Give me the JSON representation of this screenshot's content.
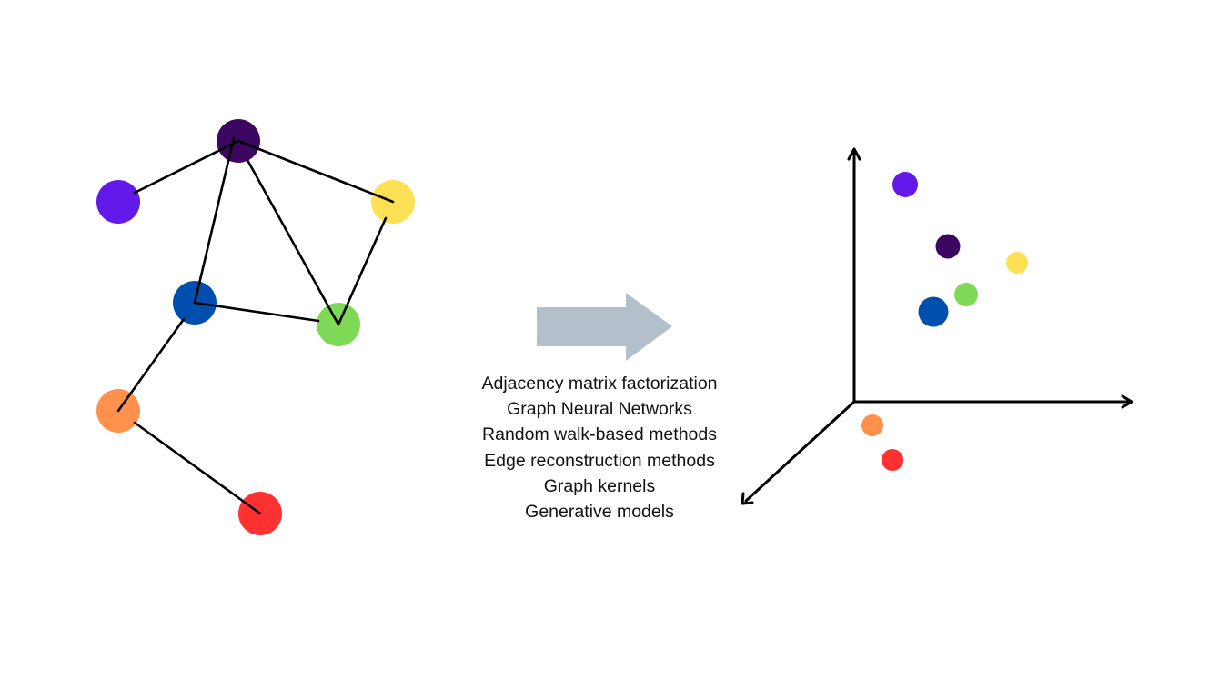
{
  "colors": {
    "purple": "#6219EA",
    "dark_purple": "#3B0760",
    "yellow": "#FDE053",
    "blue": "#004EAE",
    "green": "#7ED957",
    "orange": "#FF914D",
    "red": "#FF3131",
    "edge": "#000000",
    "axis": "#000000",
    "arrow": "#B3C0CC"
  },
  "graph": {
    "nodes": [
      {
        "id": "purple",
        "color": "purple"
      },
      {
        "id": "dark_purple",
        "color": "dark_purple"
      },
      {
        "id": "yellow",
        "color": "yellow"
      },
      {
        "id": "blue",
        "color": "blue"
      },
      {
        "id": "green",
        "color": "green"
      },
      {
        "id": "orange",
        "color": "orange"
      },
      {
        "id": "red",
        "color": "red"
      }
    ],
    "edges": [
      [
        "purple",
        "dark_purple"
      ],
      [
        "dark_purple",
        "yellow"
      ],
      [
        "dark_purple",
        "blue"
      ],
      [
        "dark_purple",
        "green"
      ],
      [
        "yellow",
        "green"
      ],
      [
        "blue",
        "green"
      ],
      [
        "blue",
        "orange"
      ],
      [
        "orange",
        "red"
      ]
    ]
  },
  "transform_arrow": {
    "icon": "right-arrow-icon"
  },
  "methods": [
    "Adjacency matrix factorization",
    "Graph Neural Networks",
    "Random walk-based methods",
    "Edge reconstruction methods",
    "Graph kernels",
    "Generative models"
  ],
  "embedding": {
    "points": [
      {
        "id": "purple",
        "color": "purple"
      },
      {
        "id": "dark_purple",
        "color": "dark_purple"
      },
      {
        "id": "yellow",
        "color": "yellow"
      },
      {
        "id": "green",
        "color": "green"
      },
      {
        "id": "blue",
        "color": "blue"
      },
      {
        "id": "orange",
        "color": "orange"
      },
      {
        "id": "red",
        "color": "red"
      }
    ]
  }
}
